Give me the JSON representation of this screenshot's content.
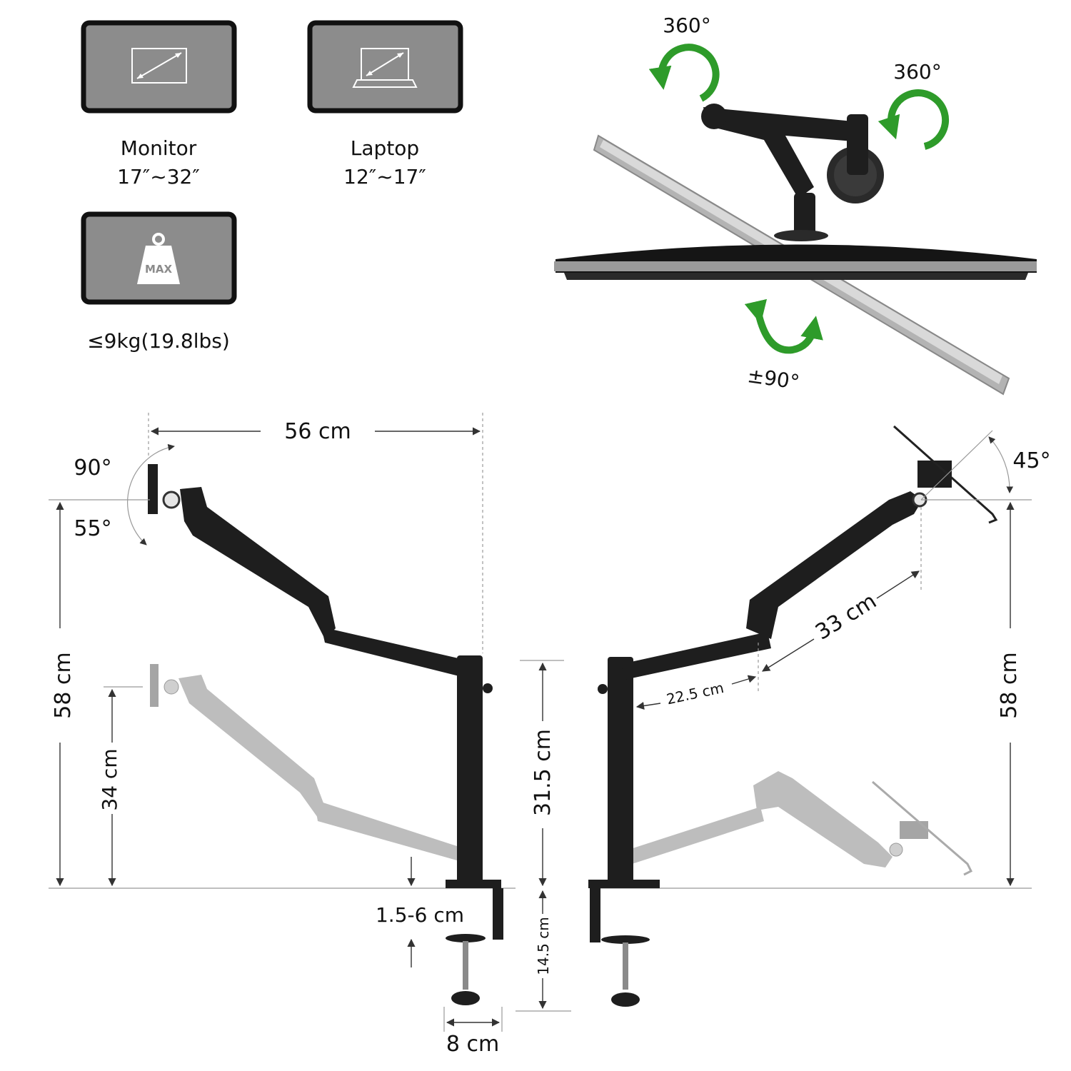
{
  "specs": {
    "monitor": {
      "name": "Monitor",
      "size": "17″~32″",
      "icon": "monitor-diagonal-icon"
    },
    "laptop": {
      "name": "Laptop",
      "size": "12″~17″",
      "icon": "laptop-diagonal-icon"
    },
    "load": {
      "badge": "MAX",
      "limit": "≤9kg(19.8lbs)",
      "icon": "weight-icon"
    }
  },
  "rotation": {
    "arm_swivel": "360°",
    "head_swivel": "360°",
    "screen_rotate": "±90°"
  },
  "left_view": {
    "reach": "56 cm",
    "tilt_up": "90°",
    "tilt_down": "55°",
    "max_height": "58 cm",
    "min_height": "34 cm",
    "pole_height": "31.5 cm",
    "clamp_range": "1.5-6 cm",
    "clamp_depth": "14.5 cm",
    "base_width": "8 cm"
  },
  "right_view": {
    "tray_tilt": "45°",
    "upper_arm": "33 cm",
    "lower_arm": "22.5 cm",
    "max_height": "58 cm"
  },
  "colors": {
    "accent_arrow": "#2e9b2a",
    "panel_gray": "#8c8c8c",
    "arm": "#1e1e1e"
  }
}
